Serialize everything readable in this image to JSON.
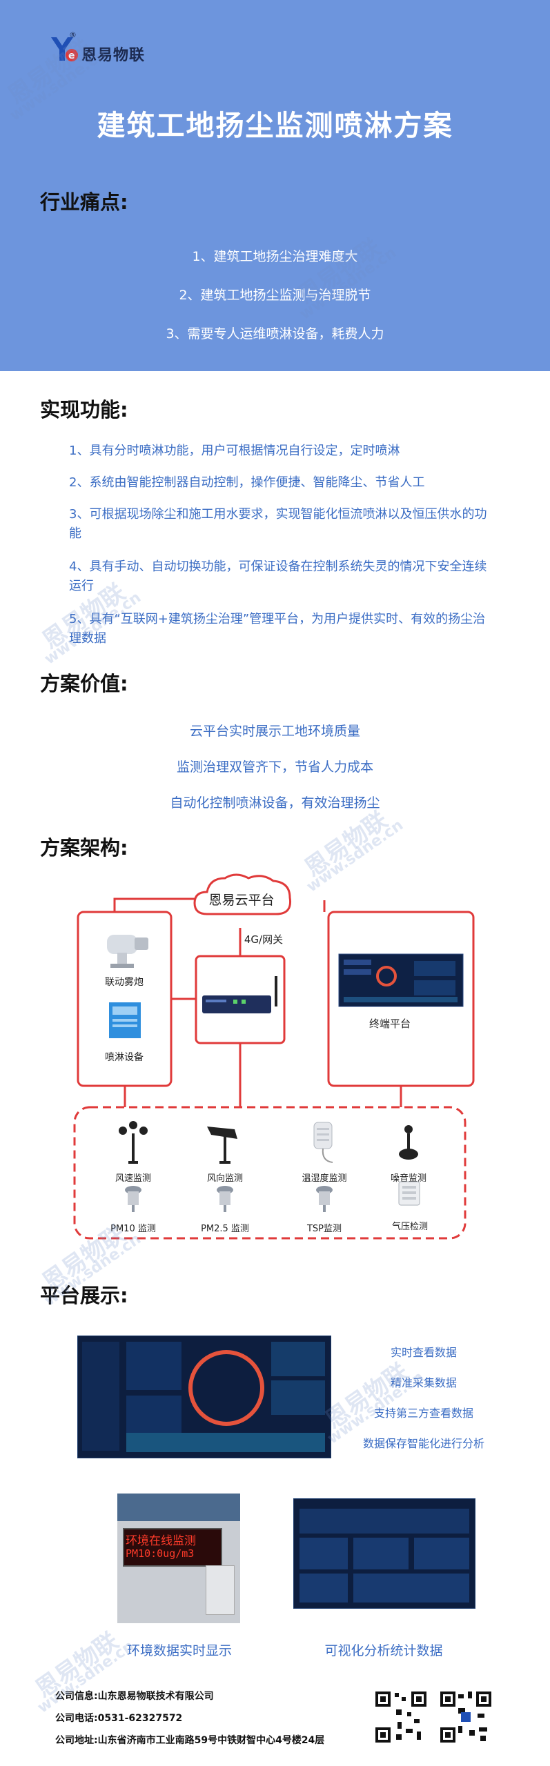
{
  "brand": {
    "logo_text": "恩易物联",
    "logo_mark": "Ye",
    "reg": "®"
  },
  "title": "建筑工地扬尘监测喷淋方案",
  "pain": {
    "heading": "行业痛点:",
    "items": [
      "1、建筑工地扬尘治理难度大",
      "2、建筑工地扬尘监测与治理脱节",
      "3、需要专人运维喷淋设备，耗费人力"
    ]
  },
  "functions": {
    "heading": "实现功能:",
    "items": [
      "1、具有分时喷淋功能，用户可根据情况自行设定，定时喷淋",
      "2、系统由智能控制器自动控制，操作便捷、智能降尘、节省人工",
      "3、可根据现场除尘和施工用水要求，实现智能化恒流喷淋以及恒压供水的功能",
      "4、具有手动、自动切换功能，可保证设备在控制系统失灵的情况下安全连续运行",
      "5、具有“互联网+建筑扬尘治理”管理平台，为用户提供实时、有效的扬尘治理数据"
    ]
  },
  "value": {
    "heading": "方案价值:",
    "items": [
      "云平台实时展示工地环境质量",
      "监测治理双管齐下，节省人力成本",
      "自动化控制喷淋设备，有效治理扬尘"
    ]
  },
  "arch": {
    "heading": "方案架构:",
    "cloud": "恩易云平台",
    "gateway": "4G/网关",
    "left_devices": [
      "联动雾炮",
      "喷淋设备"
    ],
    "terminal": "终端平台",
    "sensors": [
      "风速监测",
      "风向监测",
      "温湿度监测",
      "噪音监测",
      "PM10 监测",
      "PM2.5 监测",
      "TSP监测",
      "气压检测"
    ],
    "accent": "#e03a3a"
  },
  "platform": {
    "heading": "平台展示:",
    "features": [
      "实时查看数据",
      "精准采集数据",
      "支持第三方查看数据",
      "数据保存智能化进行分析"
    ],
    "led_lines": [
      "环境在线监测",
      "PM10:0ug/m3"
    ],
    "captions": [
      "环境数据实时显示",
      "可视化分析统计数据"
    ]
  },
  "footer": {
    "company": "公司信息:山东恩易物联技术有限公司",
    "phone": "公司电话:0531-62327572",
    "address": "公司地址:山东省济南市工业南路59号中铁财智中心4号楼24层"
  },
  "watermark": {
    "cn": "恩易物联",
    "url": "www.sdne.cn"
  },
  "colors": {
    "hero_bg": "#6d95dd",
    "text_blue": "#3b6dc4",
    "line_red": "#e03a3a"
  }
}
